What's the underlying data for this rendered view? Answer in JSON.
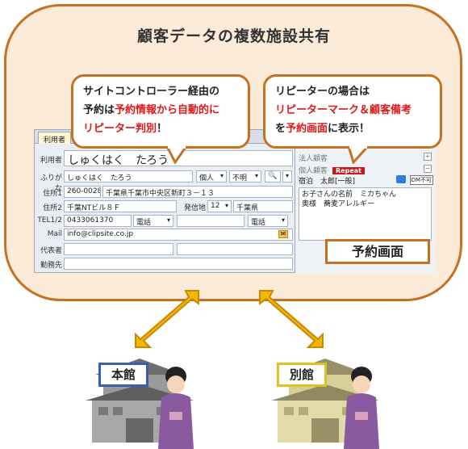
{
  "title": "顧客データの複数施設共有",
  "bubble_left": {
    "line1": "サイトコントローラー経由の",
    "line2_prefix": "予約は",
    "line2_red": "予約情報から自動的に",
    "line3_red": "リピーター判別",
    "line3_suffix": "！"
  },
  "bubble_right": {
    "line1": "リピーターの場合は",
    "line2_red": "リピーターマーク＆顧客備考",
    "line3_prefix": "を",
    "line3_red": "予約画面",
    "line3_suffix": "に表示！"
  },
  "form": {
    "tab": "利用者",
    "labels": {
      "user": "利用者",
      "kana": "ふりがな",
      "addr1": "住所1",
      "addr2": "住所2",
      "tel": "TEL1/2",
      "mail": "Mail",
      "rep": "代表者",
      "work": "勤務先"
    },
    "user_name": "しゅくはく　たろう",
    "kana_value": "しゅくはく　たろう",
    "type_select": "個人",
    "gender_select": "不明",
    "zip": "260-0028",
    "address1": "千葉県千葉市中央区新町３－１３",
    "address2": "千葉NTビル８Ｆ",
    "origin_label": "発信地",
    "origin_num": "12",
    "origin_pref": "千葉県",
    "tel1": "0433061370",
    "tel_type1": "電話",
    "tel_type2": "電話",
    "mail": "info@clipsite.co.jp"
  },
  "right_panel": {
    "corp_header": "法人顧客",
    "personal_header": "個人顧客",
    "repeat_badge": "Repeat",
    "guest": "宿泊　太郎[一般]",
    "dm_badge": "DM不可",
    "memo_line1": "お子さんの名前　ミカちゃん",
    "memo_line2": "奥様　蕎麦アレルギー"
  },
  "screen_label": "予約画面",
  "building_left": "本館",
  "building_right": "別館",
  "colors": {
    "accent": "#c5711f",
    "panel": "#fcebd9",
    "red": "#e01818",
    "arrow": "#f2b705",
    "honkan": "#3a5fb0",
    "bekkan": "#e0c120"
  }
}
